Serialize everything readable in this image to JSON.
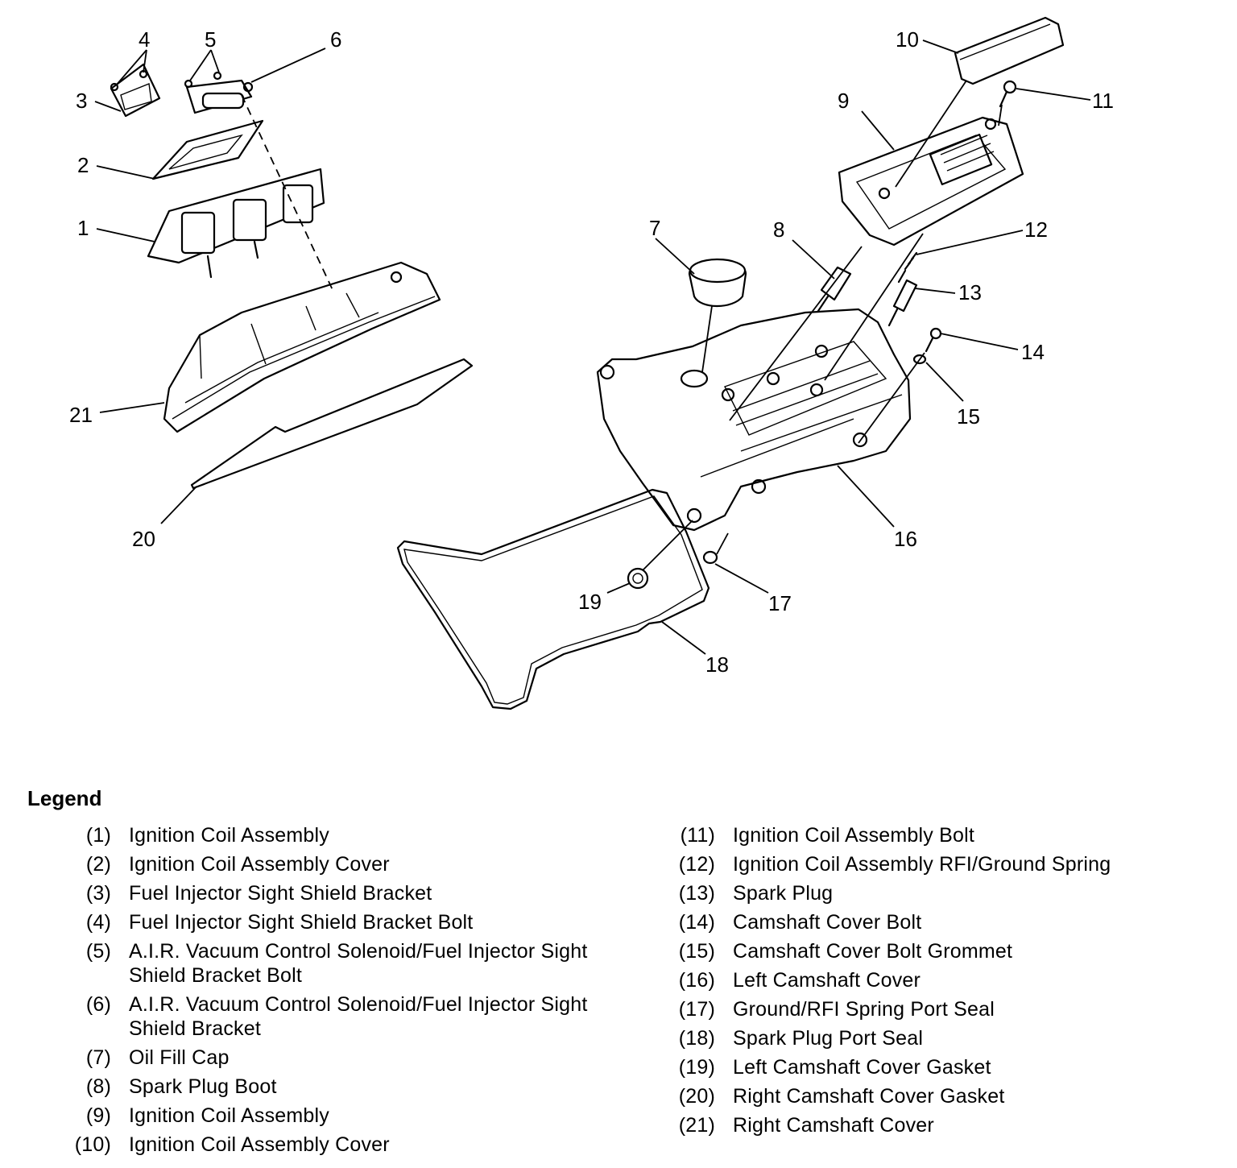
{
  "callouts": [
    "1",
    "2",
    "3",
    "4",
    "5",
    "6",
    "7",
    "8",
    "9",
    "10",
    "11",
    "12",
    "13",
    "14",
    "15",
    "16",
    "17",
    "18",
    "19",
    "20",
    "21"
  ],
  "legend": {
    "title": "Legend",
    "items": [
      {
        "num": "(1)",
        "text": "Ignition Coil Assembly"
      },
      {
        "num": "(2)",
        "text": "Ignition Coil Assembly Cover"
      },
      {
        "num": "(3)",
        "text": "Fuel Injector Sight Shield Bracket"
      },
      {
        "num": "(4)",
        "text": "Fuel Injector Sight Shield Bracket Bolt"
      },
      {
        "num": "(5)",
        "text": "A.I.R. Vacuum Control Solenoid/Fuel Injector Sight Shield Bracket Bolt"
      },
      {
        "num": "(6)",
        "text": "A.I.R. Vacuum Control Solenoid/Fuel Injector Sight Shield Bracket"
      },
      {
        "num": "(7)",
        "text": "Oil Fill Cap"
      },
      {
        "num": "(8)",
        "text": "Spark Plug Boot"
      },
      {
        "num": "(9)",
        "text": "Ignition Coil Assembly"
      },
      {
        "num": "(10)",
        "text": "Ignition Coil Assembly Cover"
      },
      {
        "num": "(11)",
        "text": "Ignition Coil Assembly Bolt"
      },
      {
        "num": "(12)",
        "text": "Ignition Coil Assembly RFI/Ground Spring"
      },
      {
        "num": "(13)",
        "text": "Spark Plug"
      },
      {
        "num": "(14)",
        "text": "Camshaft Cover Bolt"
      },
      {
        "num": "(15)",
        "text": "Camshaft Cover Bolt Grommet"
      },
      {
        "num": "(16)",
        "text": "Left Camshaft Cover"
      },
      {
        "num": "(17)",
        "text": "Ground/RFI Spring Port Seal"
      },
      {
        "num": "(18)",
        "text": "Spark Plug Port Seal"
      },
      {
        "num": "(19)",
        "text": "Left Camshaft Cover Gasket"
      },
      {
        "num": "(20)",
        "text": "Right Camshaft Cover Gasket"
      },
      {
        "num": "(21)",
        "text": "Right Camshaft Cover"
      }
    ]
  }
}
